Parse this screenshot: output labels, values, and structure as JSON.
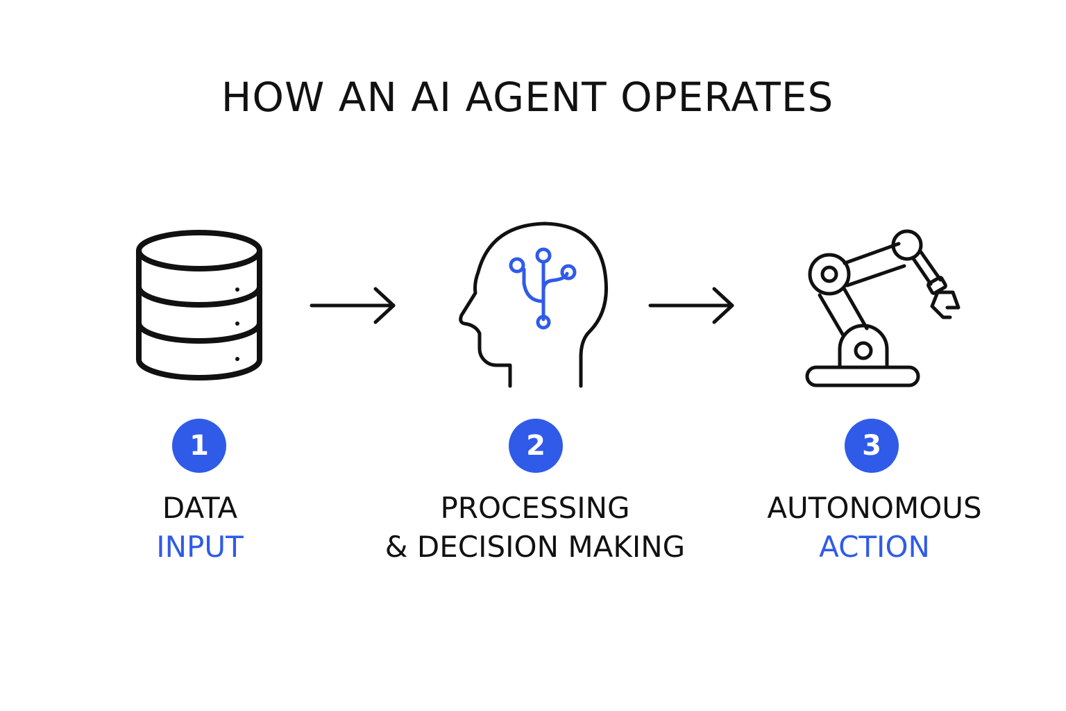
{
  "title": "HOW AN AI AGENT OPERATES",
  "colors": {
    "accent": "#2f5be8",
    "text": "#111111",
    "background": "#ffffff"
  },
  "steps": [
    {
      "number": "1",
      "icon": "database-icon",
      "line1": "DATA",
      "line1_color": "#111111",
      "line2": "INPUT",
      "line2_color": "#2f5be8"
    },
    {
      "number": "2",
      "icon": "brain-circuit-head-icon",
      "line1": "PROCESSING",
      "line1_color": "#111111",
      "line2": "& DECISION MAKING",
      "line2_color": "#111111"
    },
    {
      "number": "3",
      "icon": "robotic-arm-icon",
      "line1": "AUTONOMOUS",
      "line1_color": "#111111",
      "line2": "ACTION",
      "line2_color": "#2f5be8"
    }
  ],
  "connectors": [
    "arrow-right-icon",
    "arrow-right-icon"
  ]
}
